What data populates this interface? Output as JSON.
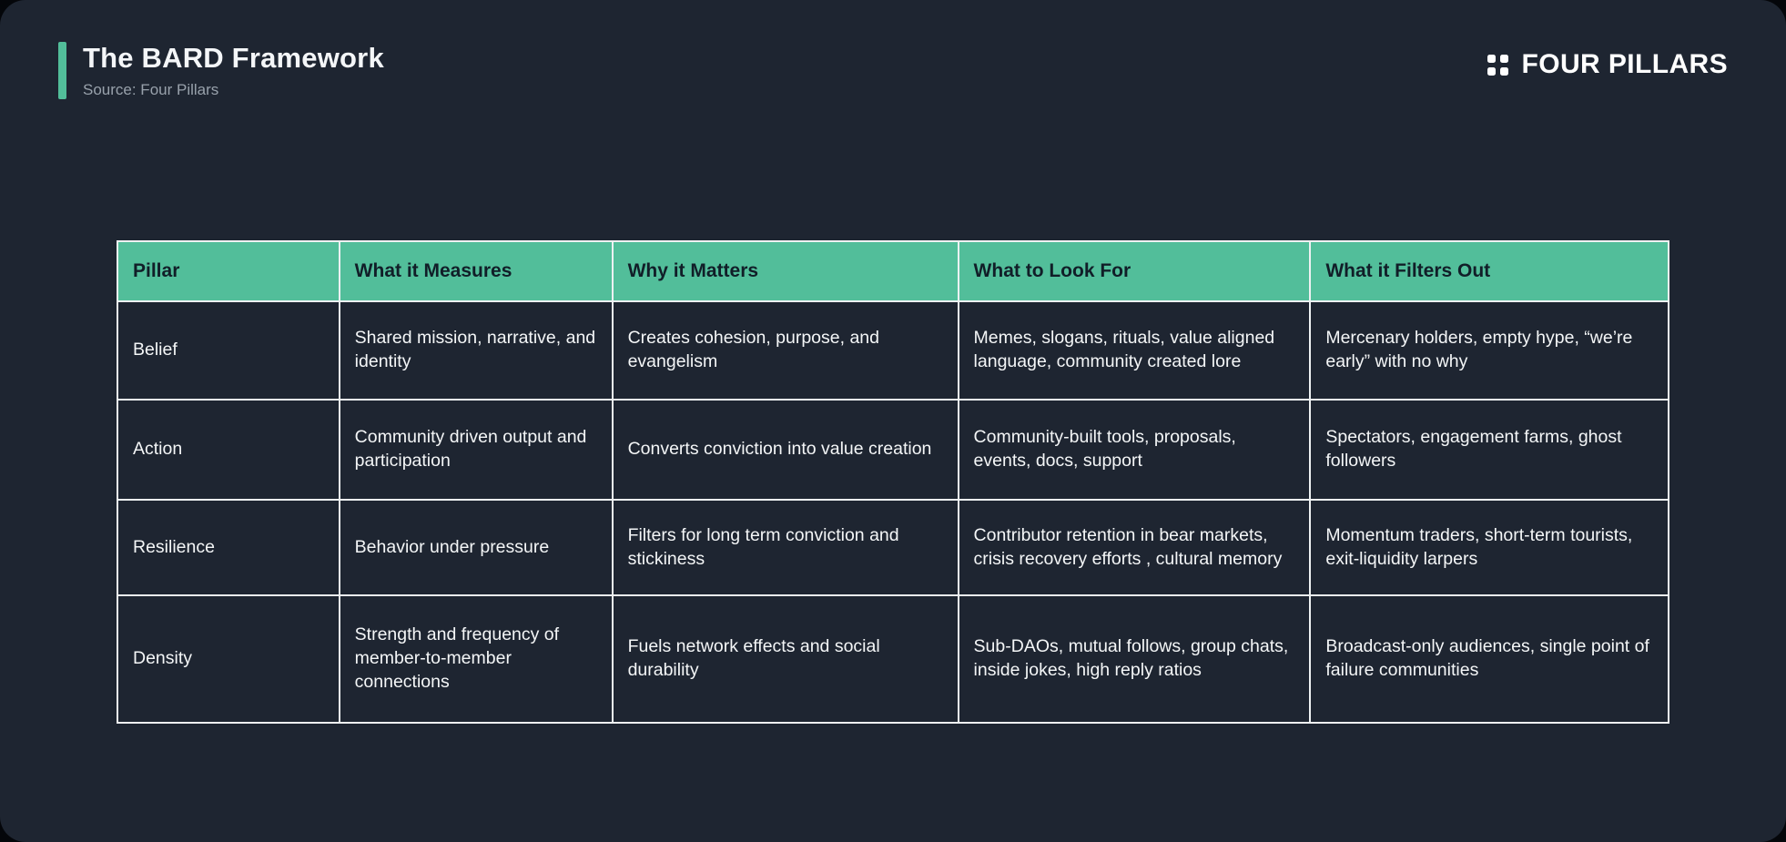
{
  "page": {
    "title": "The BARD Framework",
    "source": "Source: Four Pillars",
    "brand": "FOUR PILLARS"
  },
  "colors": {
    "background": "#1e2531",
    "accent_green": "#52be9a",
    "header_text": "#111e28",
    "body_text": "#f4f6f7",
    "border": "#eef1f2"
  },
  "icons": {
    "brand_dots": "four-dots-2x2"
  },
  "chart_data": {
    "type": "table",
    "title": "The BARD Framework",
    "columns": [
      "Pillar",
      "What it Measures",
      "Why it Matters",
      "What to Look For",
      "What it Filters Out"
    ],
    "rows": [
      [
        "Belief",
        "Shared mission, narrative, and identity",
        "Creates cohesion, purpose, and evangelism",
        "Memes, slogans, rituals, value aligned language, community created lore",
        "Mercenary holders, empty hype, “we’re early” with no why"
      ],
      [
        "Action",
        "Community driven output and participation",
        "Converts conviction into value creation",
        "Community-built tools, proposals, events, docs, support",
        "Spectators, engagement farms, ghost followers"
      ],
      [
        "Resilience",
        "Behavior under pressure",
        "Filters for long term conviction and stickiness",
        "Contributor retention in bear markets, crisis recovery efforts , cultural memory",
        "Momentum traders, short-term tourists, exit-liquidity larpers"
      ],
      [
        "Density",
        "Strength and frequency of member-to-member connections",
        "Fuels network effects and social durability",
        "Sub-DAOs, mutual follows, group chats, inside jokes, high reply ratios",
        "Broadcast-only audiences, single point of failure communities"
      ]
    ]
  }
}
